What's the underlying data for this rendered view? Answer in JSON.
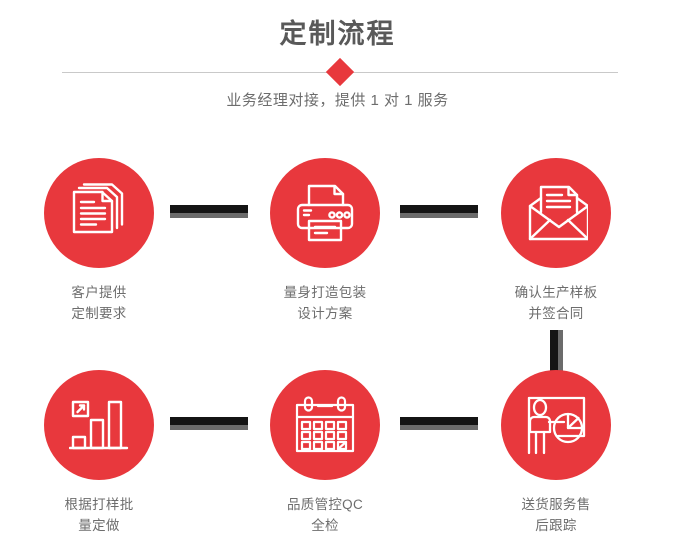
{
  "header": {
    "title": "定制流程",
    "subtitle": "业务经理对接，提供 1 对 1 服务",
    "diamond_color": "#e8383d",
    "divider_color": "#c9c9c9",
    "title_color": "#595959"
  },
  "theme": {
    "accent": "#e8383d",
    "connector": "#141414",
    "connector_shadow": "#6b6b6b",
    "label_color": "#6d6d6d",
    "background": "#ffffff"
  },
  "steps": [
    {
      "index": 1,
      "icon": "documents-stack-icon",
      "label_line1": "客户提供",
      "label_line2": "定制要求"
    },
    {
      "index": 2,
      "icon": "printer-icon",
      "label_line1": "量身打造包装",
      "label_line2": "设计方案"
    },
    {
      "index": 3,
      "icon": "envelope-document-icon",
      "label_line1": "确认生产样板",
      "label_line2": "并签合同"
    },
    {
      "index": 4,
      "icon": "bar-chart-growth-icon",
      "label_line1": "根据打样批",
      "label_line2": "量定做"
    },
    {
      "index": 5,
      "icon": "calendar-icon",
      "label_line1": "品质管控QC",
      "label_line2": "全检"
    },
    {
      "index": 6,
      "icon": "presentation-person-icon",
      "label_line1": "送货服务售",
      "label_line2": "后跟踪"
    }
  ]
}
